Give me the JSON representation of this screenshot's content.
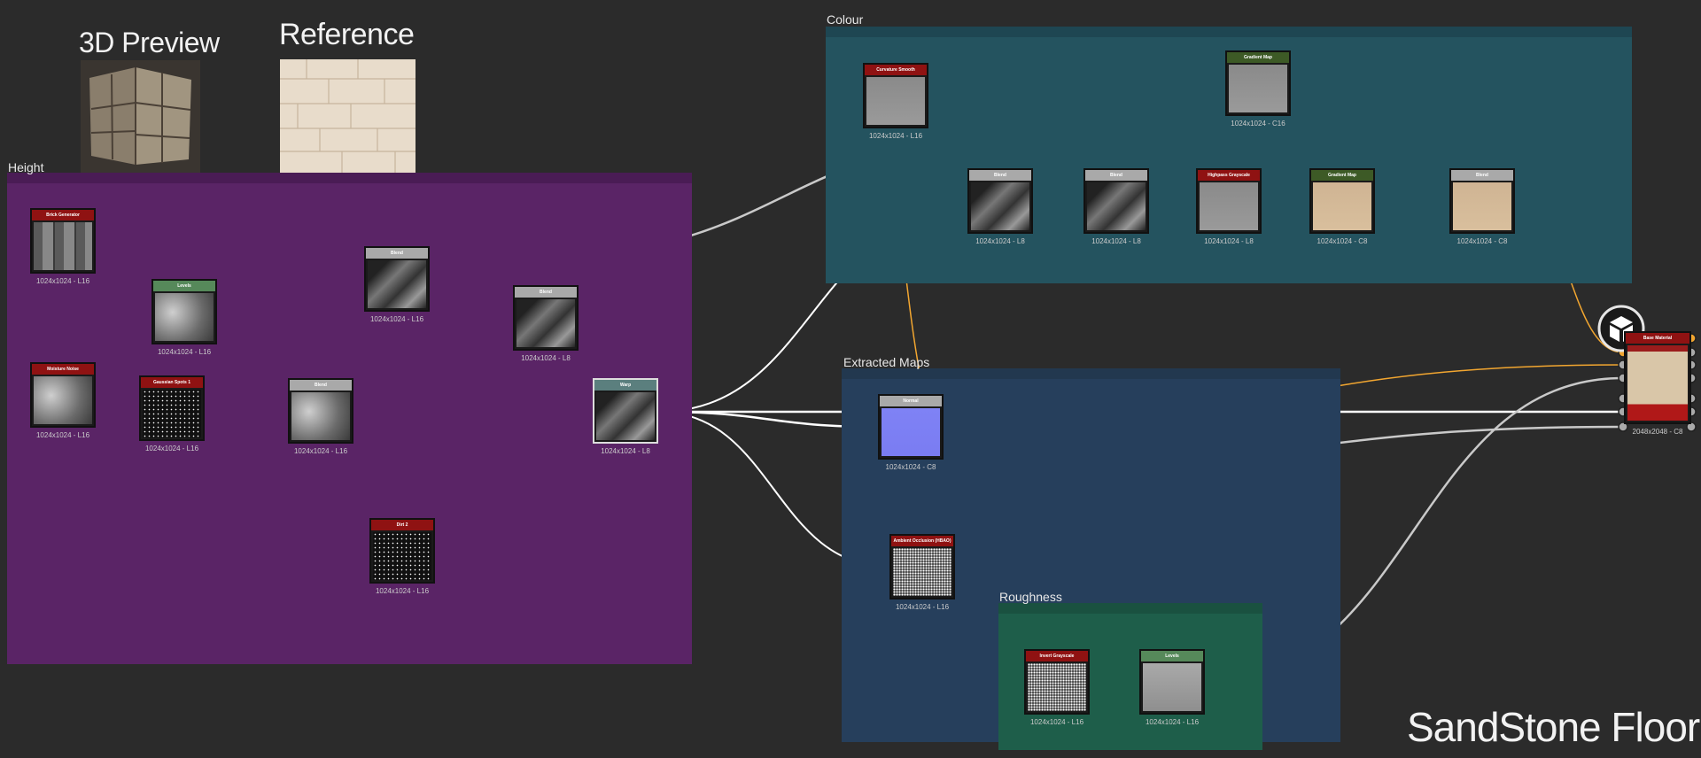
{
  "title": "SandStone Floor",
  "previews": {
    "preview3d_label": "3D Preview",
    "reference_label": "Reference"
  },
  "frames": {
    "height": "Height",
    "colour": "Colour",
    "extracted": "Extracted Maps",
    "roughness": "Roughness"
  },
  "nodes": {
    "brick": {
      "label": "Brick Generator",
      "res": "1024x1024 - L16"
    },
    "moisture": {
      "label": "Moisture Noise",
      "res": "1024x1024 - L16"
    },
    "levels1": {
      "label": "Levels",
      "res": "1024x1024 - L16"
    },
    "gaussian": {
      "label": "Gaussian Spots 1",
      "res": "1024x1024 - L16"
    },
    "blend1": {
      "label": "Blend",
      "res": "1024x1024 - L16"
    },
    "blend2": {
      "label": "Blend",
      "res": "1024x1024 - L16"
    },
    "blend3": {
      "label": "Blend",
      "res": "1024x1024 - L8"
    },
    "warp": {
      "label": "Warp",
      "res": "1024x1024 - L8"
    },
    "dirt": {
      "label": "Dirt 2",
      "res": "1024x1024 - L16"
    },
    "curvature": {
      "label": "Curvature Smooth",
      "res": "1024x1024 - L16"
    },
    "gradmap1": {
      "label": "Gradient Map",
      "res": "1024x1024 - C16"
    },
    "blendc1": {
      "label": "Blend",
      "res": "1024x1024 - L8"
    },
    "blendc2": {
      "label": "Blend",
      "res": "1024x1024 - L8"
    },
    "highpass": {
      "label": "Highpass Grayscale",
      "res": "1024x1024 - L8"
    },
    "gradmap2": {
      "label": "Gradient Map",
      "res": "1024x1024 - C8"
    },
    "blendc3": {
      "label": "Blend",
      "res": "1024x1024 - C8"
    },
    "normal": {
      "label": "Normal",
      "res": "1024x1024 - C8"
    },
    "ao": {
      "label": "Ambient Occlusion (HBAO)",
      "res": "1024x1024 - L16"
    },
    "invert": {
      "label": "Invert Grayscale",
      "res": "1024x1024 - L16"
    },
    "levels2": {
      "label": "Levels",
      "res": "1024x1024 - L16"
    },
    "basemat": {
      "label": "Base Material",
      "res": "2048x2048 - C8"
    }
  },
  "colors": {
    "height_frame": "#5a2466",
    "colour_frame": "#24535f",
    "extracted_frame": "#263f5c",
    "roughness_frame": "#1e5e4a",
    "header_red": "#8f1212",
    "header_green": "#56895a",
    "header_dkgreen": "#3d5a26",
    "header_gray": "#a9a9a9",
    "wire_gray": "#c9c9c9",
    "wire_orange": "#f2a630"
  },
  "icons": [
    "cube-icon",
    "transform-icon"
  ]
}
